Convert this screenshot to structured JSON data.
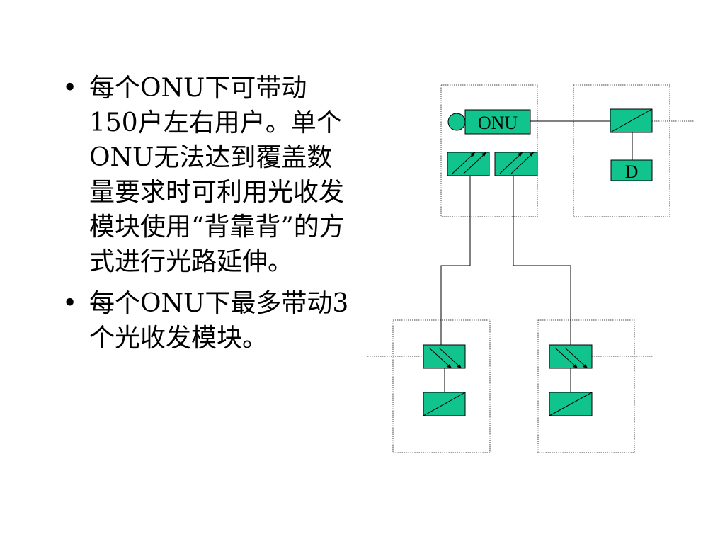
{
  "bullets": [
    {
      "text": "每个ONU下可带动150户左右用户。单个ONU无法达到覆盖数量要求时可利用光收发模块使用“背靠背”的方式进行光路延伸。"
    },
    {
      "text": "每个ONU下最多带动3个光收发模块。"
    }
  ],
  "diagram": {
    "onu_label": "ONU",
    "d_label": "D",
    "colors": {
      "module_fill": "#11c48d",
      "line": "#000000",
      "dashed_border": "#444444"
    }
  }
}
